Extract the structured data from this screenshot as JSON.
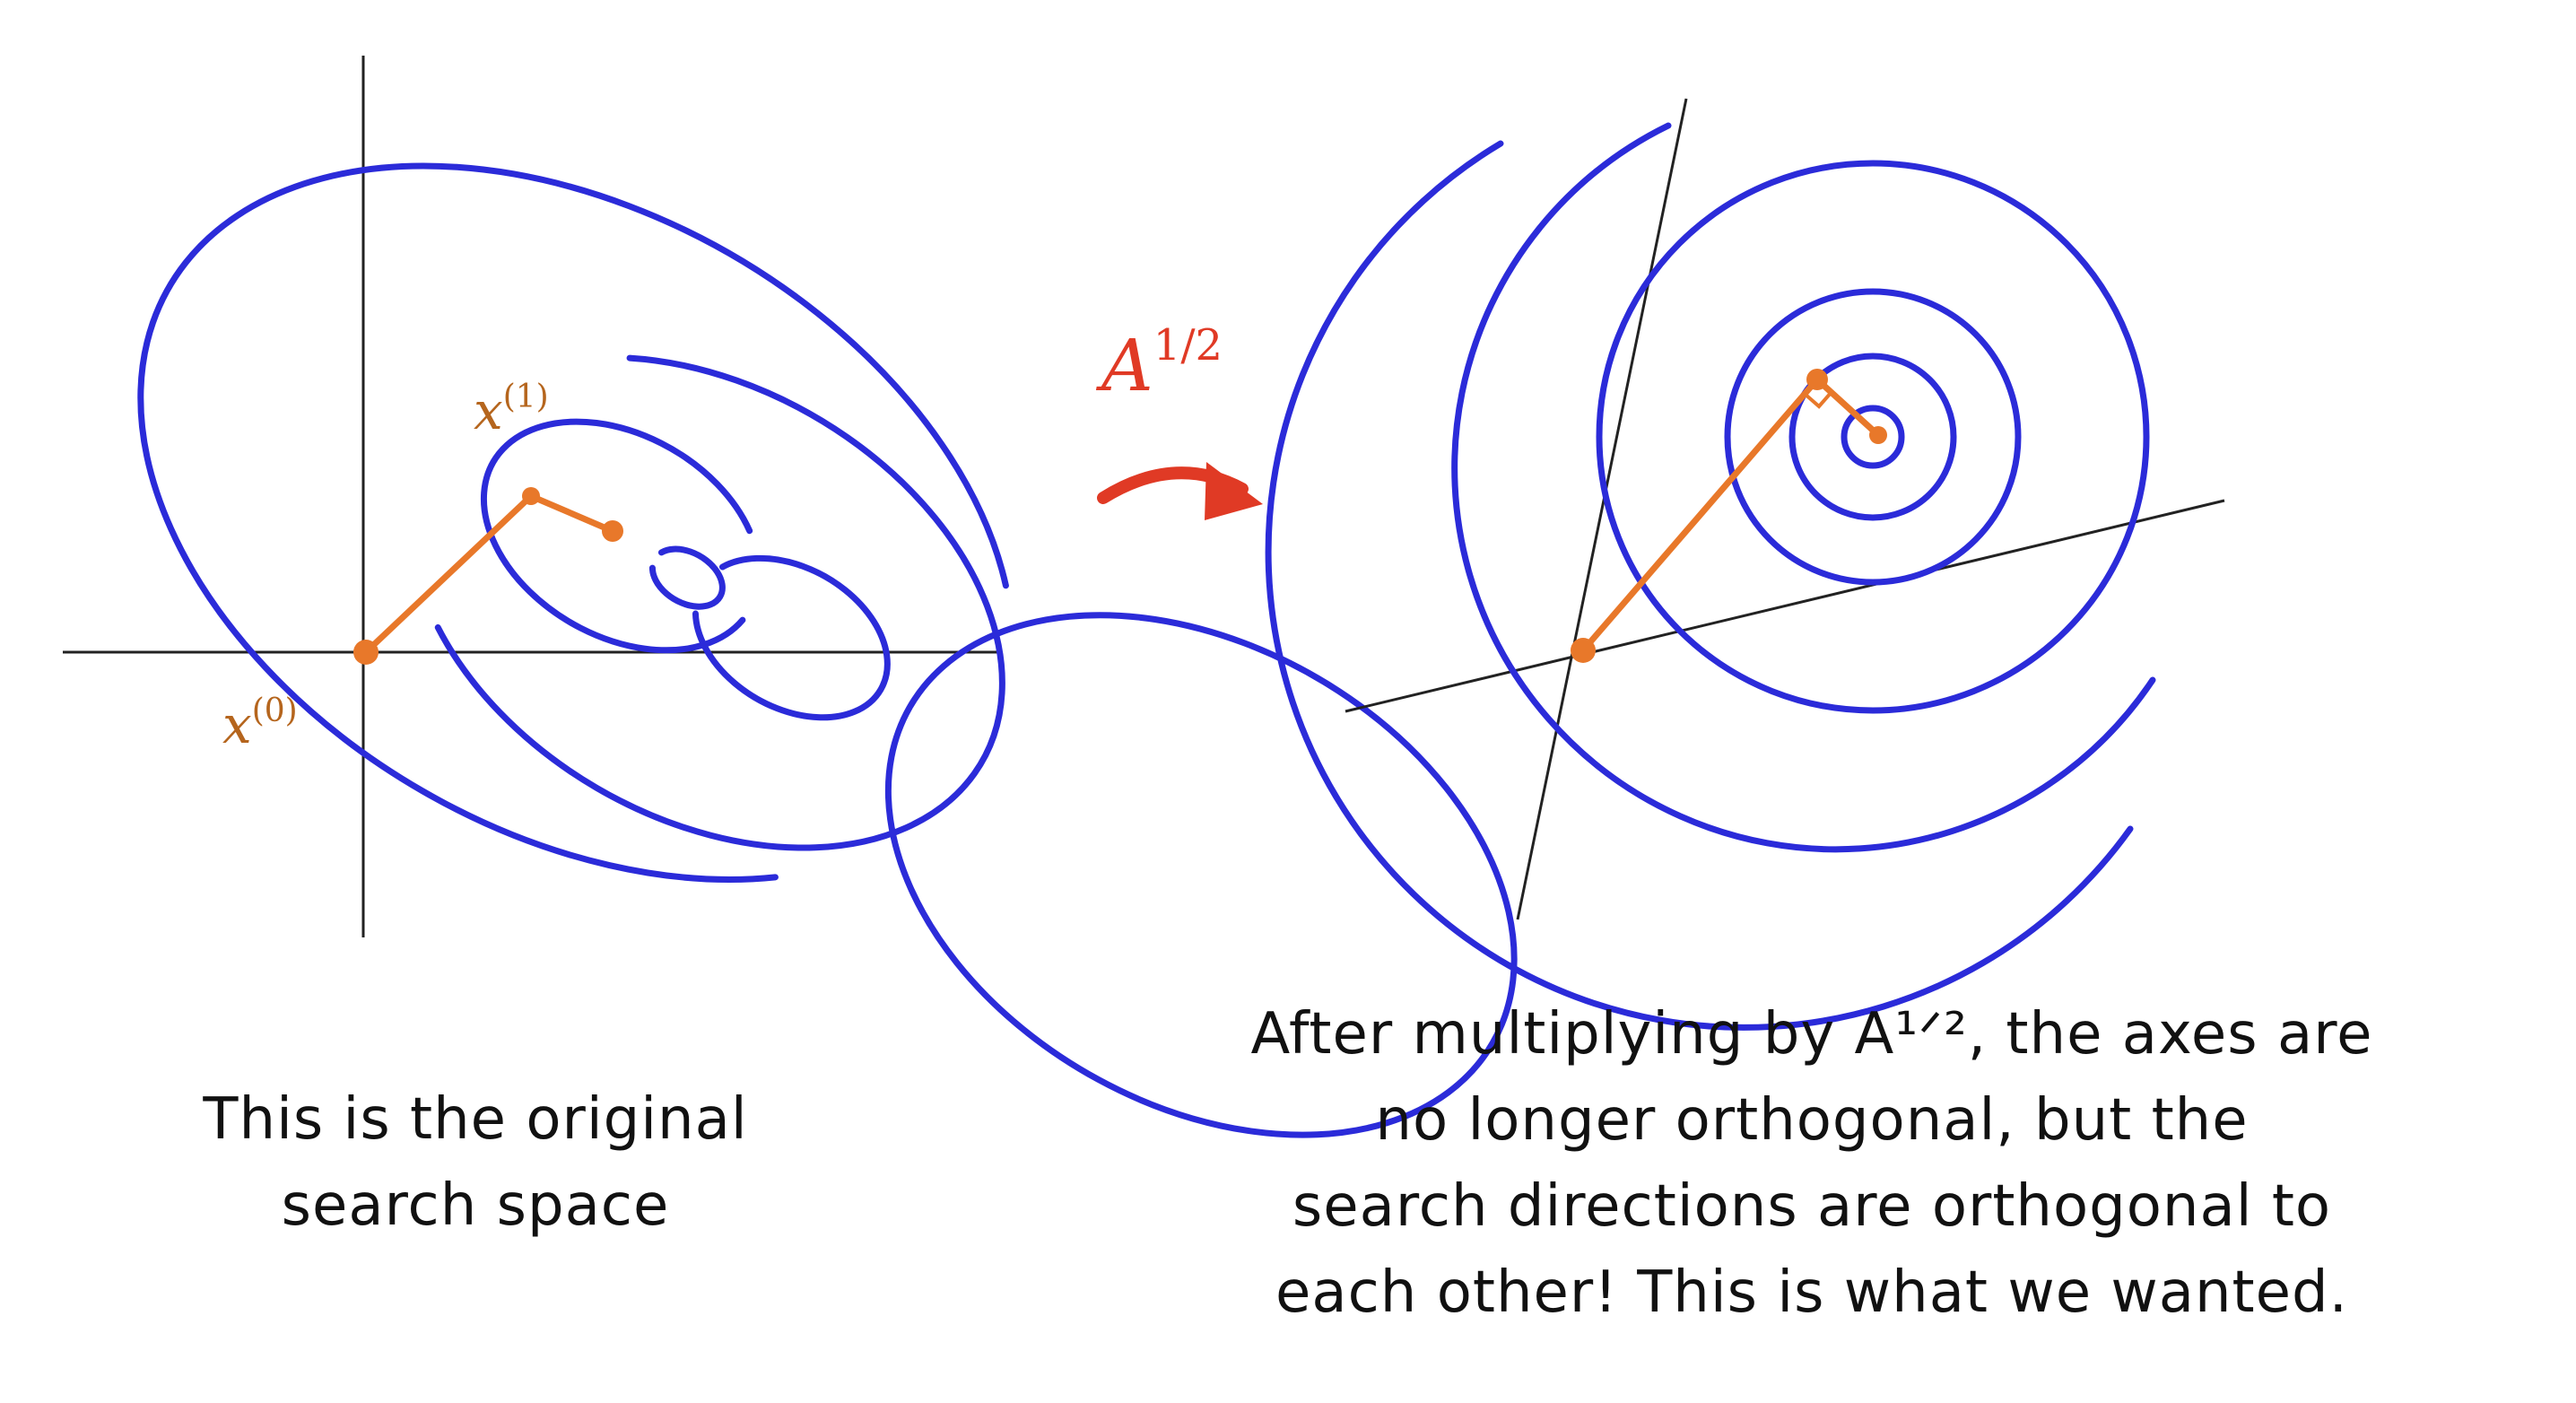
{
  "left_panel": {
    "label_x0_base": "x",
    "label_x0_sup": "(0)",
    "label_x1_base": "x",
    "label_x1_sup": "(1)"
  },
  "transform": {
    "symbol_base": "A",
    "symbol_sup": "1/2"
  },
  "captions": {
    "left_line1": "This is the original",
    "left_line2": "search space",
    "right_line1": "After multiplying by A¹ᐟ², the axes are",
    "right_line2": "no longer orthogonal, but the",
    "right_line3": "search directions are orthogonal to",
    "right_line4": "each other! This is what we wanted."
  },
  "colors": {
    "contour": "#2b2bd9",
    "search_path": "#e8782a",
    "labels": "#b5651d",
    "transform_arrow": "#e03a25"
  }
}
